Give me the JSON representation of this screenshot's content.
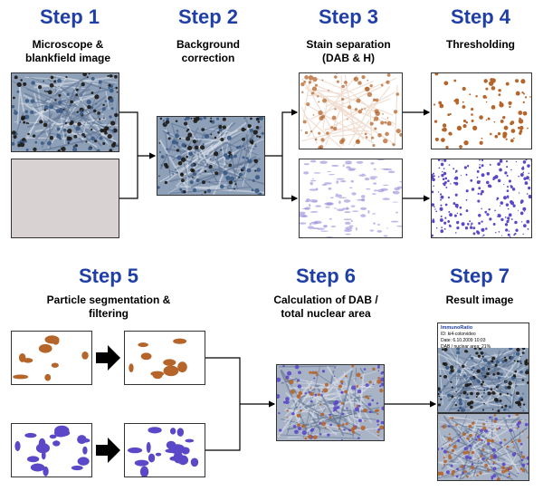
{
  "steps": [
    {
      "title": "Step 1",
      "subtitle": "Microscope &\nblankfield image"
    },
    {
      "title": "Step 2",
      "subtitle": "Background\ncorrection"
    },
    {
      "title": "Step 3",
      "subtitle": "Stain separation\n(DAB & H)"
    },
    {
      "title": "Step 4",
      "subtitle": "Thresholding"
    },
    {
      "title": "Step 5",
      "subtitle": "Particle segmentation &\nfiltering"
    },
    {
      "title": "Step 6",
      "subtitle": "Calculation of DAB /\ntotal nuclear area"
    },
    {
      "title": "Step 7",
      "subtitle": "Result image"
    }
  ],
  "result_label": {
    "title": "ImmunoRatio",
    "lines": [
      "ID: ki4-colorvideo",
      "Date: 6.10.2009 10:03",
      "DAB / nuclear area: 21%"
    ]
  },
  "colors": {
    "title": "#1f3fa6",
    "dab": "#b5642a",
    "hematoxylin": "#5a48c8",
    "tissue": "#3a4f6e",
    "blank": "#d8d2d2"
  }
}
